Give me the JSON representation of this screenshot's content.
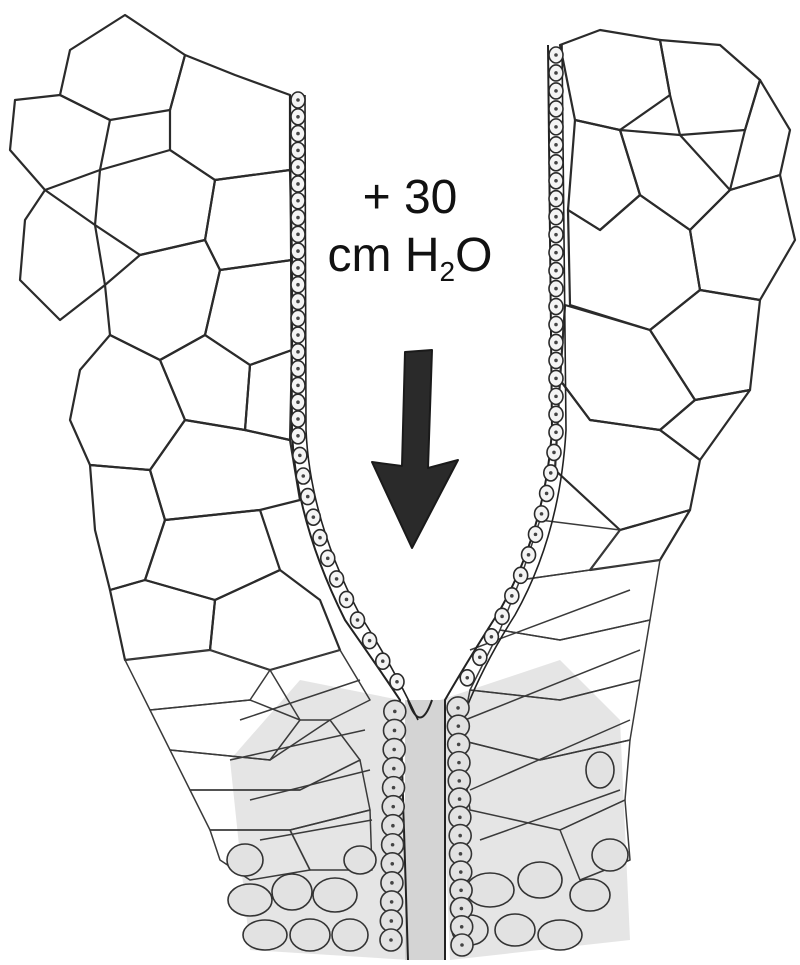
{
  "annotation": {
    "pressure": "+ 30",
    "unit_prefix": "cm H",
    "unit_subscript": "2",
    "unit_suffix": "O"
  },
  "icons": {
    "arrow": "down-arrow-icon"
  }
}
